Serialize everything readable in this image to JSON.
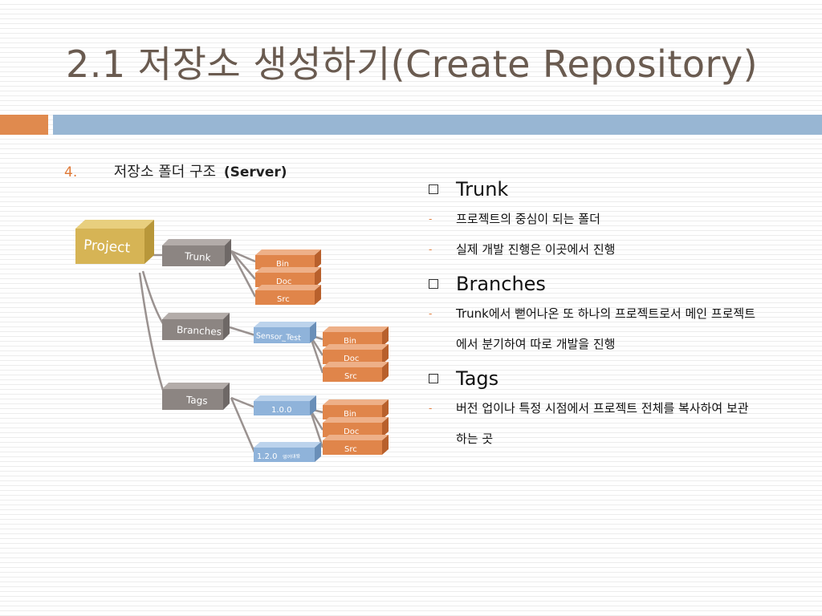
{
  "title": "2.1 저장소 생성하기(Create Repository)",
  "subtitle": {
    "number": "4.",
    "korean": "저장소 폴더 구조",
    "server": "(Server)"
  },
  "diagram": {
    "root": "Project",
    "branches": [
      {
        "label": "Trunk",
        "children": [
          "Bin",
          "Doc",
          "Src"
        ]
      },
      {
        "label": "Branches",
        "sub": "Sensor_Test",
        "children": [
          "Bin",
          "Doc",
          "Src"
        ]
      },
      {
        "label": "Tags",
        "versions": [
          "1.0.0",
          "1.2.0"
        ],
        "version_note": "영어대왕",
        "children": [
          "Bin",
          "Doc",
          "Src"
        ]
      }
    ]
  },
  "items": [
    {
      "heading": "Trunk",
      "lines": [
        "프로젝트의 중심이 되는 폴더",
        "실제 개발 진행은 이곳에서 진행"
      ]
    },
    {
      "heading": "Branches",
      "lines": [
        "Trunk에서 뻗어나온 또 하나의 프로젝트로서 메인 프로젝트",
        "에서 분기하여 따로 개발을 진행"
      ]
    },
    {
      "heading": "Tags",
      "lines": [
        "버전 업이나 특정 시점에서 프로젝트 전체를 복사하여 보관",
        "하는 곳"
      ]
    }
  ],
  "colors": {
    "title": "#6a5b50",
    "accent_orange": "#e08a4e",
    "band_blue": "#98b6d3",
    "project": "#d6b455",
    "folder_gray": "#8c8582",
    "folder_orange": "#e0854a",
    "folder_blue": "#8fb3da"
  }
}
